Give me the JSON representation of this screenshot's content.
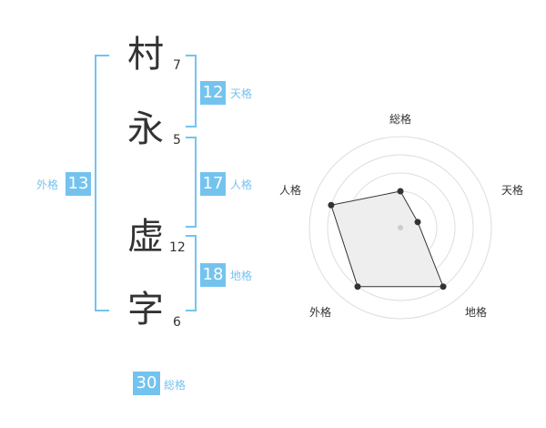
{
  "name": {
    "chars": [
      {
        "char": "村",
        "strokes": "7"
      },
      {
        "char": "永",
        "strokes": "5"
      },
      {
        "char": "虚",
        "strokes": "12"
      },
      {
        "char": "字",
        "strokes": "6"
      }
    ]
  },
  "kaku": {
    "tenkaku": {
      "value": "12",
      "label": "天格"
    },
    "jinkaku": {
      "value": "17",
      "label": "人格"
    },
    "chikaku": {
      "value": "18",
      "label": "地格"
    },
    "gaikaku": {
      "value": "13",
      "label": "外格"
    },
    "soukaku": {
      "value": "30",
      "label": "総格"
    }
  },
  "colors": {
    "accent": "#74c3ef",
    "text": "#333333",
    "radar_fill": "#eeeeee",
    "radar_grid": "#dddddd"
  },
  "radar": {
    "axes": [
      "総格",
      "天格",
      "地格",
      "外格",
      "人格"
    ],
    "levels": 5,
    "values": [
      2,
      1,
      4,
      4,
      4
    ]
  }
}
